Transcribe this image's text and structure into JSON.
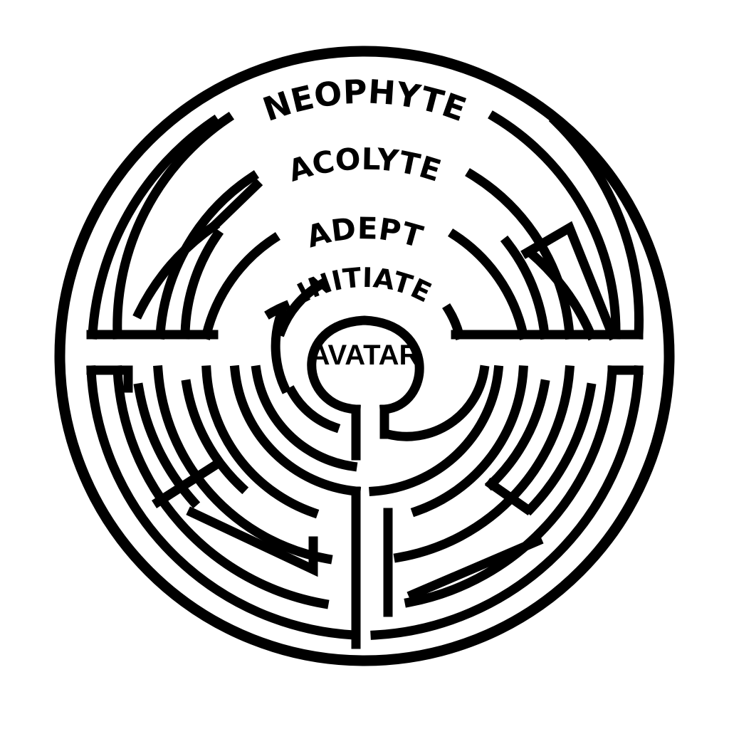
{
  "diagram": {
    "rings": [
      {
        "id": "ring-1",
        "label": "NEOPHYTE"
      },
      {
        "id": "ring-2",
        "label": "ACOLYTE"
      },
      {
        "id": "ring-3",
        "label": "ADEPT"
      },
      {
        "id": "ring-4",
        "label": "INITIATE"
      }
    ],
    "center": {
      "label": "AVATAR"
    },
    "colors": {
      "ink": "#000000",
      "background": "#ffffff"
    }
  }
}
